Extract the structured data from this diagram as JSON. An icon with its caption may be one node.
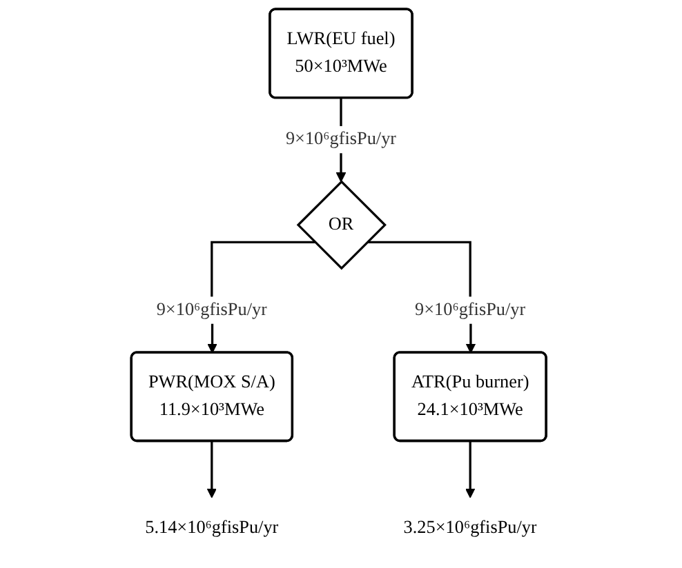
{
  "diagram": {
    "nodes": [
      {
        "text": [
          "LWR(EU fuel)",
          "50×10³MWe"
        ]
      },
      {
        "text": [
          "OR"
        ]
      },
      {
        "text": [
          "PWR(MOX S/A)",
          "11.9×10³MWe"
        ]
      },
      {
        "text": [
          "ATR(Pu burner)",
          "24.1×10³MWe"
        ]
      },
      {
        "text": [
          "5.14×10⁶gfisPu/yr"
        ]
      },
      {
        "text": [
          "3.25×10⁶gfisPu/yr"
        ]
      }
    ],
    "edges": [
      {
        "from": 0,
        "to": 1,
        "arrow": "to",
        "label": "9×10⁶gfisPu/yr"
      },
      {
        "from": 1,
        "to": 2,
        "arrow": "to",
        "label": "9×10⁶gfisPu/yr"
      },
      {
        "from": 1,
        "to": 3,
        "arrow": "to",
        "label": "9×10⁶gfisPu/yr"
      },
      {
        "from": 2,
        "to": 4,
        "arrow": "to"
      },
      {
        "from": 3,
        "to": 5,
        "arrow": "to"
      }
    ]
  }
}
